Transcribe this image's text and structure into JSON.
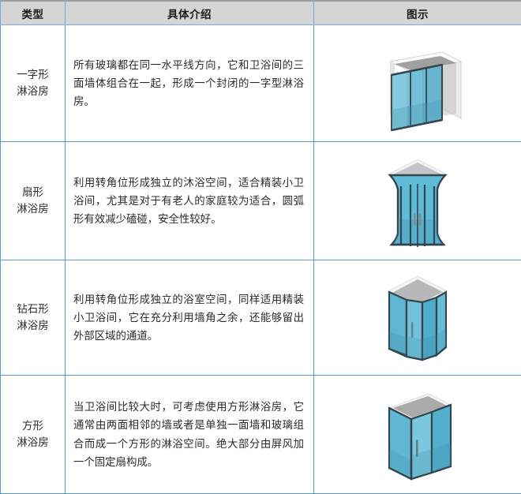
{
  "table": {
    "headers": {
      "type": "类型",
      "description": "具体介绍",
      "image": "图示"
    },
    "rows": [
      {
        "type_line1": "一字形",
        "type_line2": "淋浴房",
        "description": "所有玻璃都在同一水平线方向，它和卫浴间的三面墙体组合在一起，形成一个封闭的一字型淋浴房。",
        "figure": "inline-straight-shower-enclosure-icon"
      },
      {
        "type_line1": "扇形",
        "type_line2": "淋浴房",
        "description": "利用转角位形成独立的沐浴空间，适合精装小卫浴间，尤其是对于有老人的家庭较为适合，圆弧形有效减少磕碰，安全性较好。",
        "figure": "quadrant-curved-shower-enclosure-icon"
      },
      {
        "type_line1": "钻石形",
        "type_line2": "淋浴房",
        "description": "利用转角位形成独立的浴室空间，同样适用精装小卫浴间，它在充分利用墙角之余，还能够留出外部区域的通道。",
        "figure": "diamond-pentagon-shower-enclosure-icon"
      },
      {
        "type_line1": "方形",
        "type_line2": "淋浴房",
        "description": "当卫浴间比较大时，可考虑使用方形淋浴房，它通常由两面相邻的墙或者是单独一面墙和玻璃组合而成一个方形的淋浴空间。绝大部分由屏风加一个固定扇构成。",
        "figure": "square-corner-shower-enclosure-icon"
      }
    ]
  },
  "colors": {
    "header_background": "#d5d5d5",
    "grid_line": "#5b9bd5",
    "header_top_line": "#9d9d9d",
    "text": "#2b2b2b",
    "glass_light": "#8ccde2",
    "glass_mid": "#62b7d4",
    "glass_dark": "#4f9fb8",
    "frame": "#33454f",
    "wall_light": "#f2f2f2",
    "wall_shadow": "#9a9a9a"
  }
}
